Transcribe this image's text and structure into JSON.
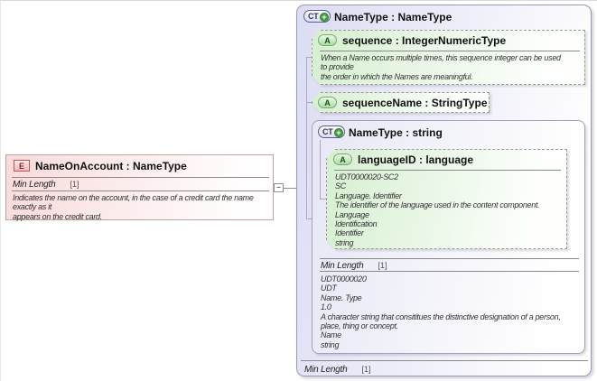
{
  "colors": {
    "element_pink": "#f9dada",
    "type_lavender": "#dcdcf4",
    "attribute_green": "#d6efd0",
    "expand_green": "#3fa23f"
  },
  "icons": {
    "element_glyph": "E",
    "complex_type_glyph": "CT",
    "attribute_glyph": "A",
    "expand_glyph": "+",
    "collapse_glyph": "−"
  },
  "element": {
    "title": "NameOnAccount : NameType",
    "facet_label": "Min Length",
    "facet_value": "[1]",
    "description": "Indicates the name on the account, in the case of a credit card the name\nexactly as it\nappears on the credit card."
  },
  "complex_type": {
    "title": "NameType : NameType",
    "attributes": [
      {
        "title": "sequence : IntegerNumericType",
        "description": "When a Name occurs multiple times, this sequence integer can be used\nto provide\nthe order in which the Names are meaningful."
      },
      {
        "title": "sequenceName : StringType"
      }
    ],
    "nested_type": {
      "title": "NameType : string",
      "attribute": {
        "title": "languageID : language",
        "facts": "UDT0000020-SC2\nSC\nLanguage. Identifier\nThe identifier of the language used in the content component.\nLanguage\nIdentification\nIdentifier\nstring"
      },
      "facet_label": "Min Length",
      "facet_value": "[1]",
      "facts": "UDT0000020\nUDT\nName. Type\n1.0\nA character string that consititues the distinctive designation of a person,\nplace, thing or concept.\nName\nstring"
    },
    "facet_label": "Min Length",
    "facet_value": "[1]"
  }
}
